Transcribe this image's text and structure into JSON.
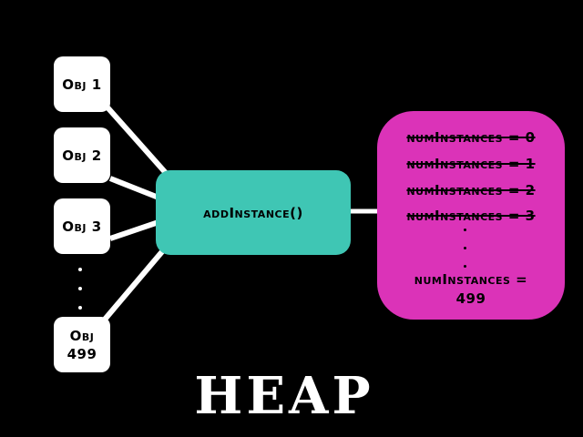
{
  "colors": {
    "background": "#000000",
    "object_box": "#ffffff",
    "method_box": "#3fc6b4",
    "variable_box": "#db33b8",
    "connector": "#ffffff",
    "text_dark": "#000000",
    "title_text": "#ffffff"
  },
  "objects": [
    {
      "label": "Obj 1"
    },
    {
      "label": "Obj 2"
    },
    {
      "label": "Obj 3"
    },
    {
      "label": "Obj 499"
    }
  ],
  "method": {
    "label": "addInstance()"
  },
  "variable": {
    "history": [
      "numInstances = 0",
      "numInstances = 1",
      "numInstances = 2",
      "numInstances = 3"
    ],
    "current_label": "numInstances =",
    "current_value": "499"
  },
  "title": "HEAP"
}
